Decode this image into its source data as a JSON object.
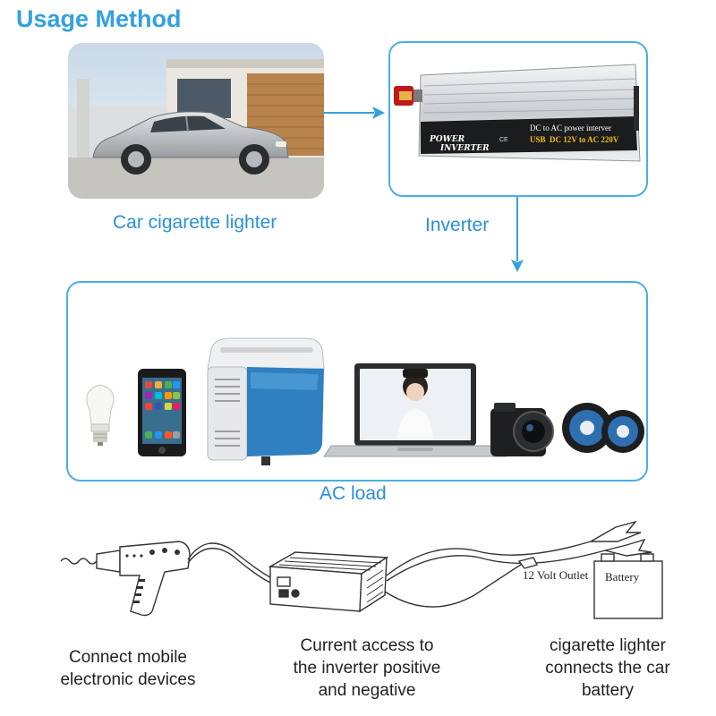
{
  "header": {
    "title": "Usage Method"
  },
  "top": {
    "source_caption": "Car cigarette lighter",
    "inverter_caption": "Inverter",
    "inverter_label": {
      "brand_line1": "POWER",
      "brand_line2": "INVERTER",
      "spec_line1": "DC to AC power interver",
      "spec_usb": "USB",
      "spec_line2": "DC 12V to AC 220V",
      "ce_mark": "CE"
    }
  },
  "load": {
    "caption": "AC load"
  },
  "wiring": {
    "outlet_label": "12 Volt Outlet",
    "battery_label": "Battery",
    "captions": {
      "left": [
        "Connect mobile",
        "electronic devices"
      ],
      "middle": [
        "Current access to",
        "the inverter positive",
        "and negative"
      ],
      "right": [
        "cigarette lighter",
        "connects the car",
        "battery"
      ]
    }
  },
  "colors": {
    "accent": "#33a1e0",
    "frame": "#4aaee6",
    "caption": "#2a8fd8"
  }
}
